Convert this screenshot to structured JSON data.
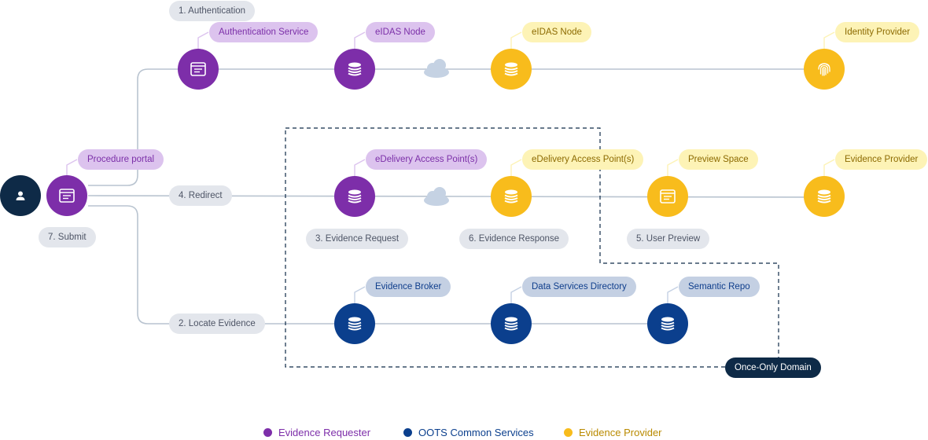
{
  "colors": {
    "requester": "#7d2ea9",
    "common": "#0b3f8d",
    "provider": "#f8bc1c",
    "user": "#0e2a47",
    "line": "#b9c4d0",
    "cloud": "#c5d2e3"
  },
  "steps": {
    "authentication": "1. Authentication",
    "redirect": "4. Redirect",
    "submit": "7. Submit",
    "locate": "2. Locate Evidence",
    "evidence_request": "3. Evidence Request",
    "evidence_response": "6. Evidence Response",
    "user_preview": "5. User Preview"
  },
  "nodes": {
    "user": {
      "icon": "user-icon"
    },
    "procedure_portal": {
      "label": "Procedure portal",
      "icon": "browser-icon"
    },
    "authentication_service": {
      "label": "Authentication Service",
      "icon": "browser-icon"
    },
    "eidas_node_requester": {
      "label": "eIDAS Node",
      "icon": "database-icon"
    },
    "eidas_node_provider": {
      "label": "eIDAS Node",
      "icon": "database-icon"
    },
    "identity_provider": {
      "label": "Identity Provider",
      "icon": "fingerprint-icon"
    },
    "edelivery_requester": {
      "label": "eDelivery Access Point(s)",
      "icon": "database-icon"
    },
    "edelivery_provider": {
      "label": "eDelivery Access Point(s)",
      "icon": "database-icon"
    },
    "preview_space": {
      "label": "Preview Space",
      "icon": "browser-icon"
    },
    "evidence_provider": {
      "label": "Evidence Provider",
      "icon": "database-icon"
    },
    "evidence_broker": {
      "label": "Evidence Broker",
      "icon": "database-icon"
    },
    "data_services_directory": {
      "label": "Data Services Directory",
      "icon": "database-icon"
    },
    "semantic_repo": {
      "label": "Semantic Repo",
      "icon": "database-icon"
    }
  },
  "domain_label": "Once-Only Domain",
  "legend": [
    {
      "label": "Evidence Requester",
      "color": "#7d2ea9"
    },
    {
      "label": "OOTS Common Services",
      "color": "#0b3f8d"
    },
    {
      "label": "Evidence Provider",
      "color": "#f8bc1c"
    }
  ]
}
